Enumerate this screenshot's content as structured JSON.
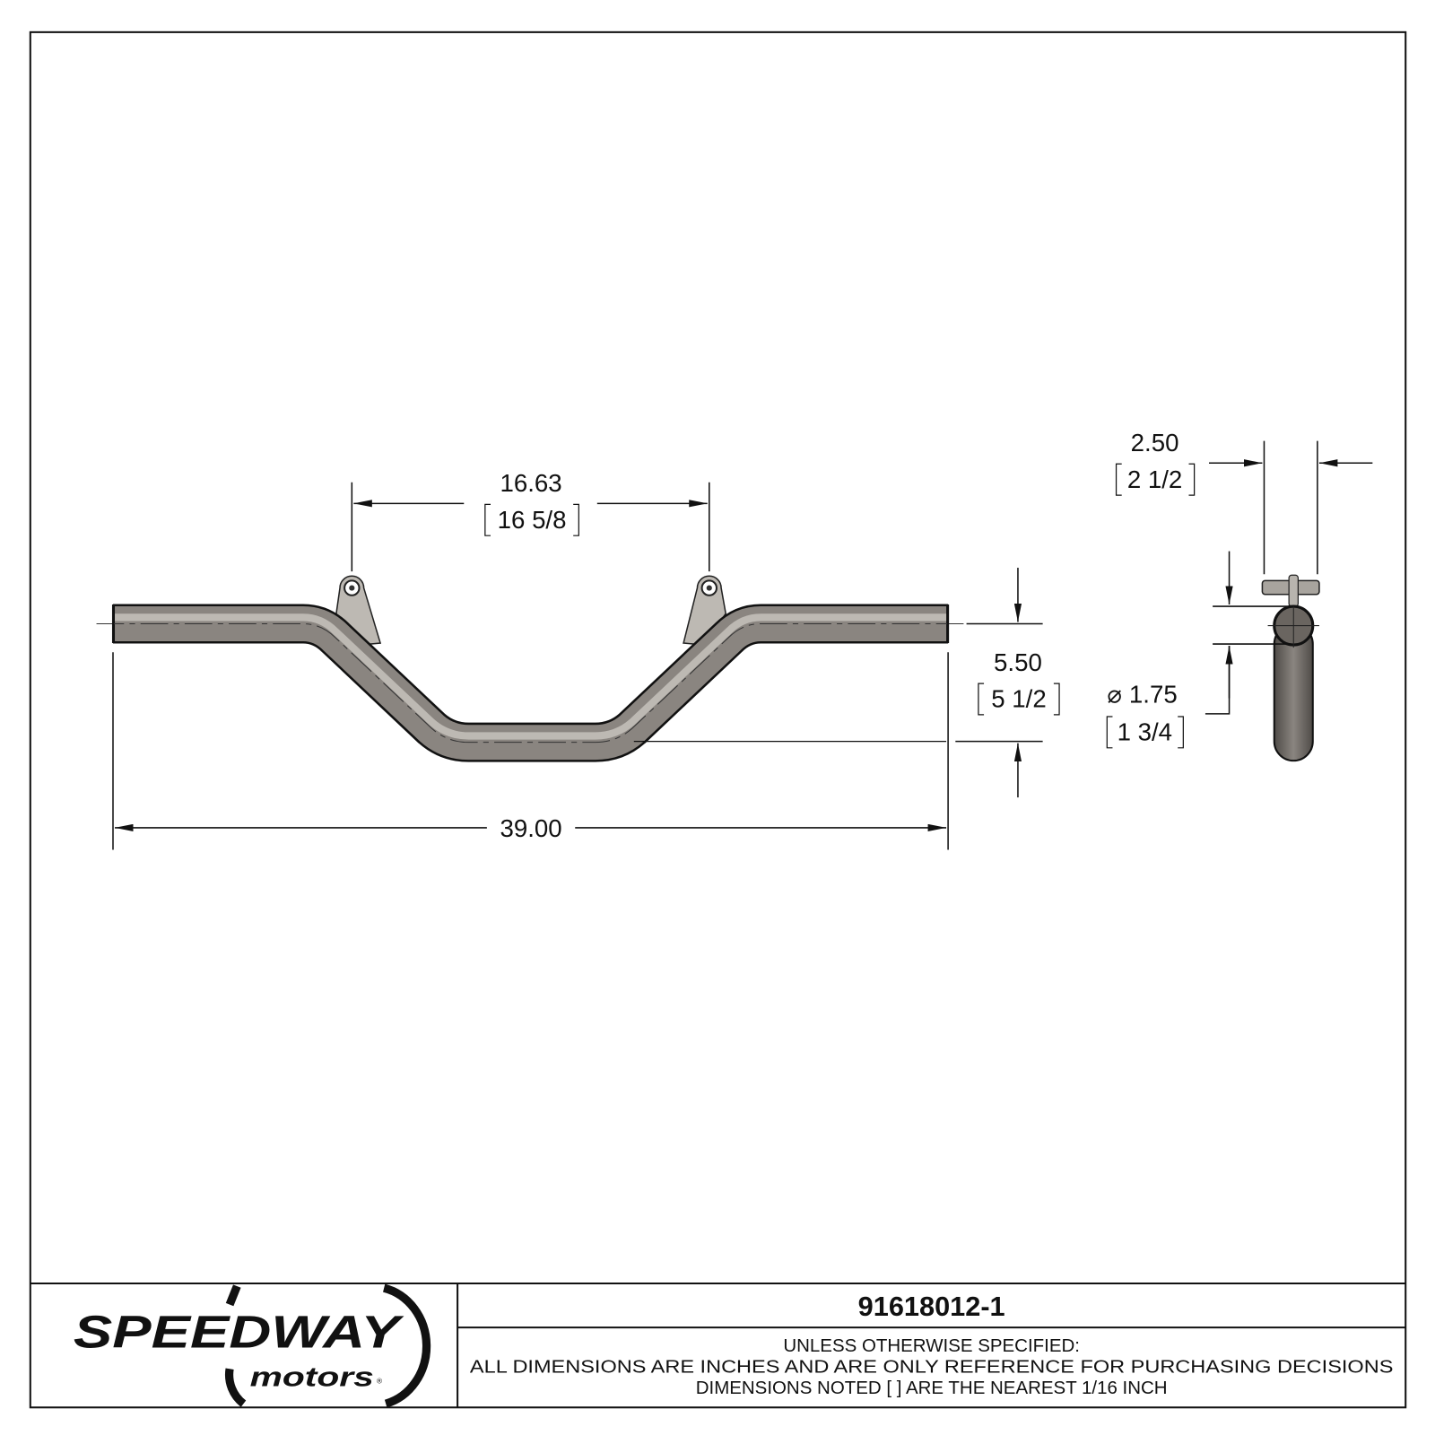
{
  "drawing": {
    "front_view": {
      "span_between_tabs": {
        "decimal": "16.63",
        "fraction": "16 5/8"
      },
      "drop": {
        "decimal": "5.50",
        "fraction": "5 1/2"
      },
      "overall_length": {
        "decimal": "39.00"
      }
    },
    "side_view": {
      "tab_width": {
        "decimal": "2.50",
        "fraction": "2 1/2"
      },
      "tube_diameter": {
        "symbol": "⌀",
        "decimal": "1.75",
        "fraction": "1 3/4"
      }
    },
    "tube_color": "#8a8580"
  },
  "title_block": {
    "logo": {
      "brand": "SPEEDWAY",
      "sub": "motors"
    },
    "part_number": "91618012-1",
    "notes": [
      "UNLESS OTHERWISE SPECIFIED:",
      "ALL DIMENSIONS ARE INCHES AND ARE ONLY REFERENCE FOR PURCHASING DECISIONS",
      "DIMENSIONS NOTED [ ] ARE THE NEAREST 1/16 INCH"
    ]
  }
}
